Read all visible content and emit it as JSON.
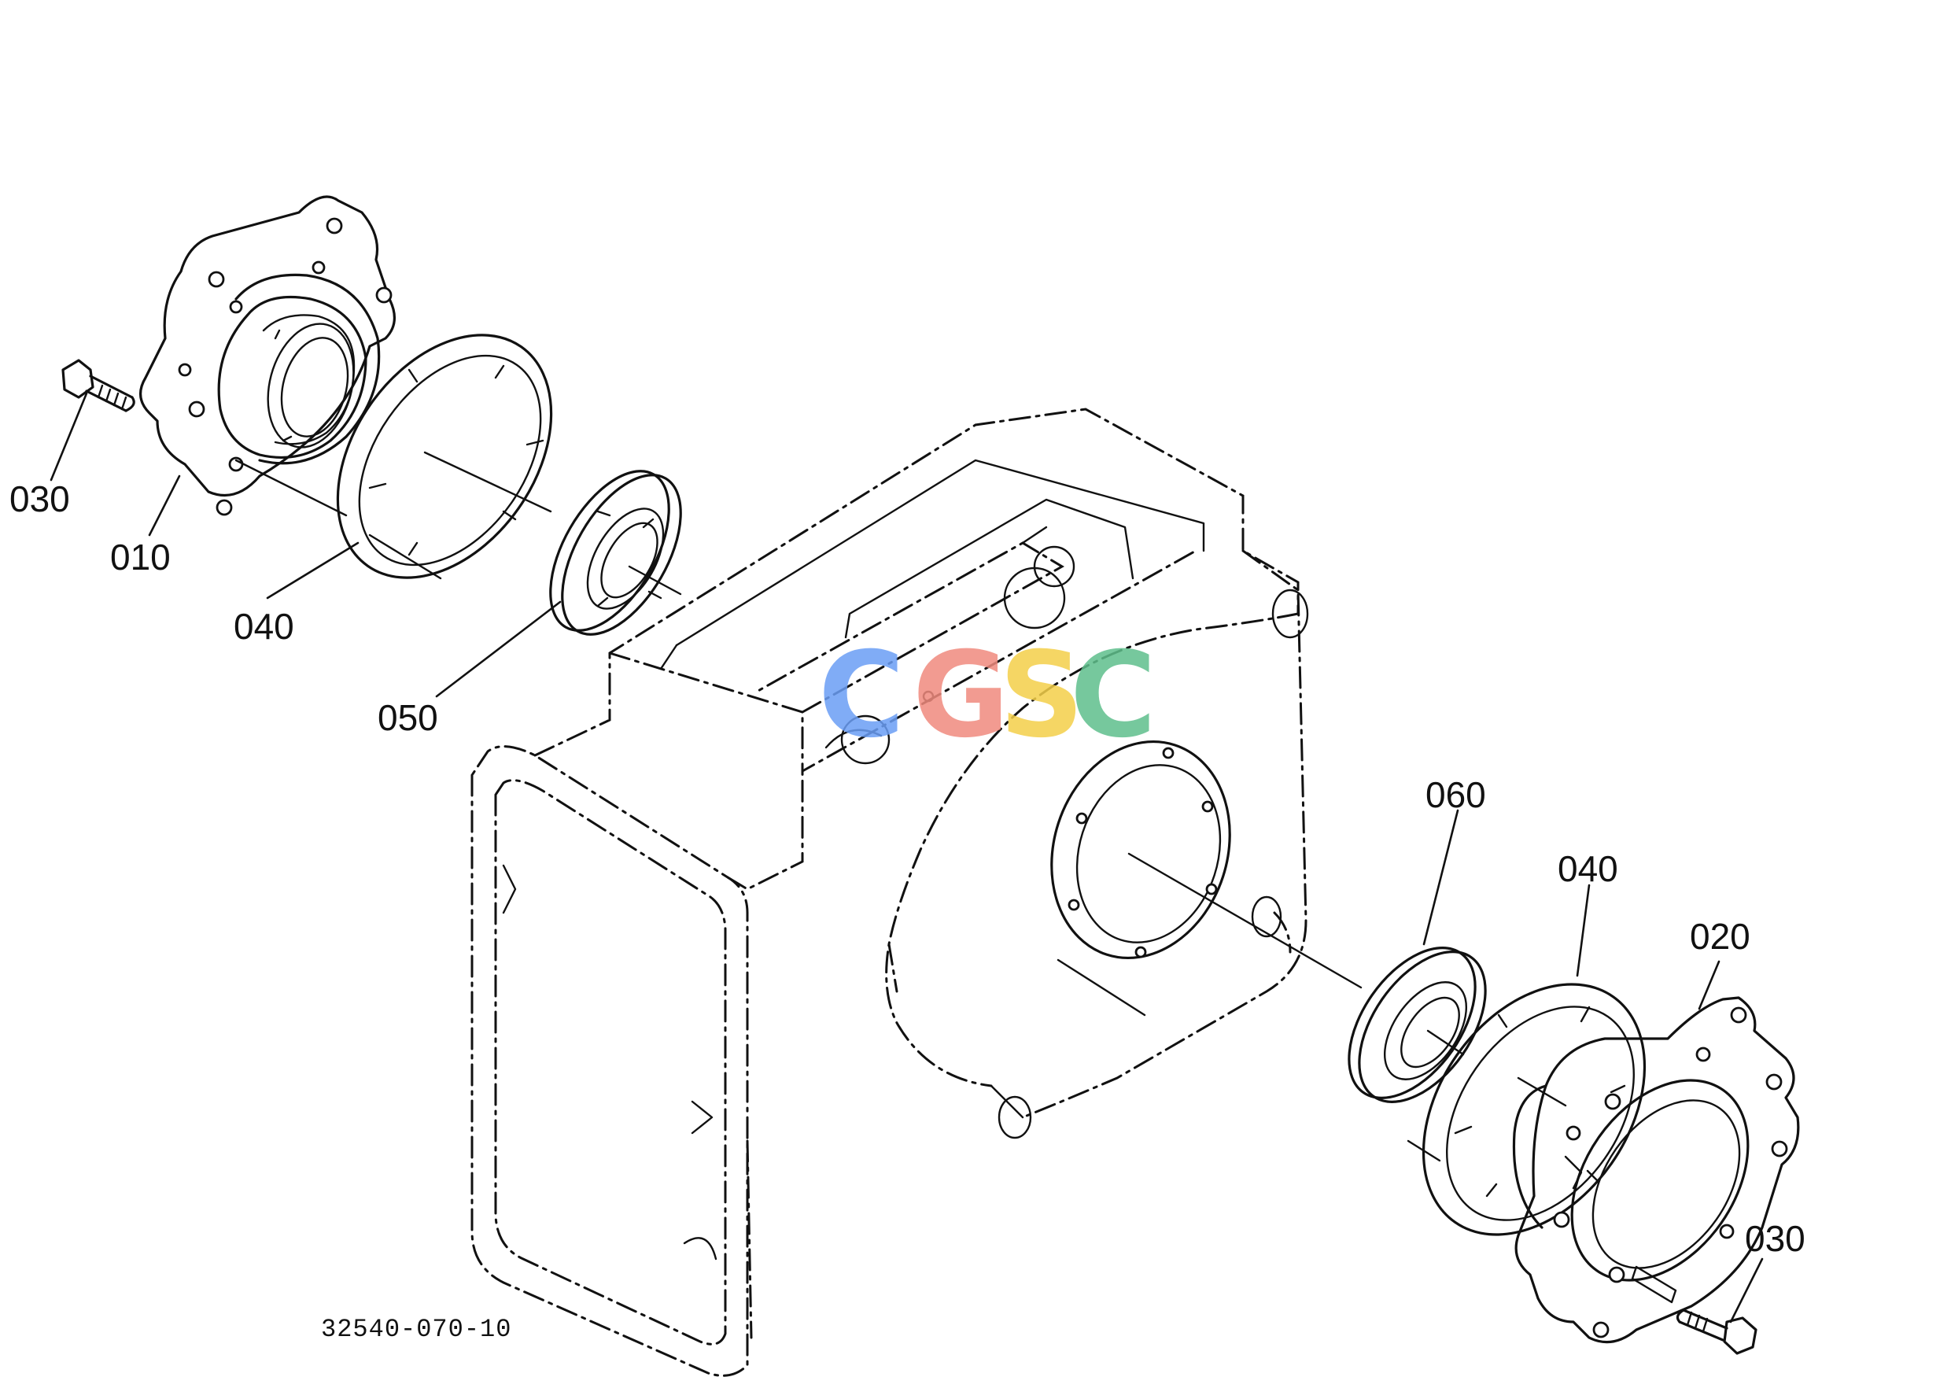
{
  "callouts": [
    {
      "id": "c-030-top",
      "label": "030"
    },
    {
      "id": "c-010",
      "label": "010"
    },
    {
      "id": "c-040-top",
      "label": "040"
    },
    {
      "id": "c-050",
      "label": "050"
    },
    {
      "id": "c-060",
      "label": "060"
    },
    {
      "id": "c-040-bottom",
      "label": "040"
    },
    {
      "id": "c-020",
      "label": "020"
    },
    {
      "id": "c-030-bottom",
      "label": "030"
    }
  ],
  "drawing_number": "32540-070-10",
  "watermark": {
    "letters": [
      "C",
      "G",
      "S",
      "C"
    ],
    "colors": [
      "#6b9ef5",
      "#f08a7e",
      "#f4d04a",
      "#5fbf8c"
    ]
  }
}
